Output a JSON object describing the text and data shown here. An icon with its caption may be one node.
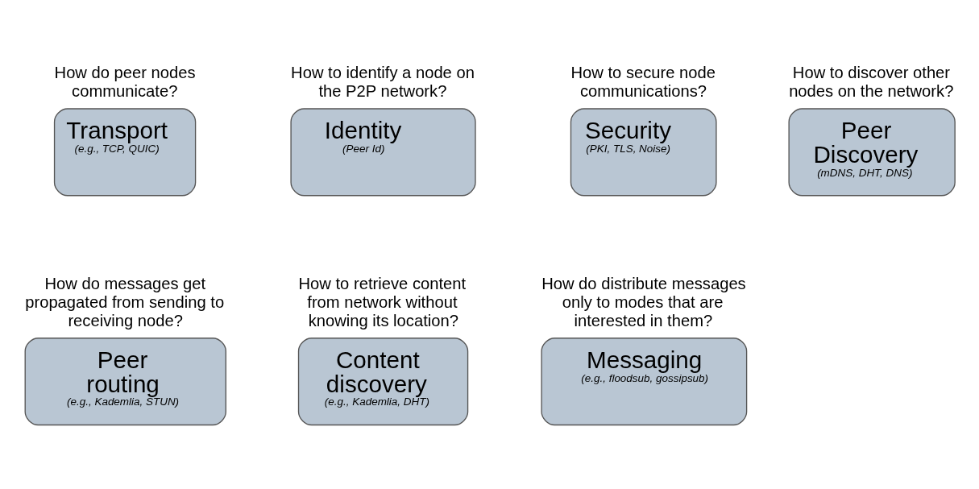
{
  "diagram": {
    "nodes": [
      {
        "text": [
          "How do peer nodes communicate?",
          "Transport",
          "(e.g., TCP, QUIC)"
        ]
      },
      {
        "text": [
          "How to identify a node on the P2P network?",
          "Identity",
          "(Peer Id)"
        ]
      },
      {
        "text": [
          "How to secure node communications?",
          "Security",
          "(PKI, TLS, Noise)"
        ]
      },
      {
        "text": [
          "How to discover other nodes on the network?",
          "Peer Discovery",
          "(mDNS, DHT, DNS)"
        ]
      },
      {
        "text": [
          "How do messages get propagated from sending to receiving node?",
          "Peer routing",
          "(e.g., Kademlia, STUN)"
        ]
      },
      {
        "text": [
          "How to retrieve content from network without knowing its location?",
          "Content discovery",
          "(e.g., Kademlia, DHT)"
        ]
      },
      {
        "text": [
          "How do distribute messages only to modes that are interested in them?",
          "Messaging",
          "(e.g., floodsub, gossipsub)"
        ]
      }
    ]
  }
}
